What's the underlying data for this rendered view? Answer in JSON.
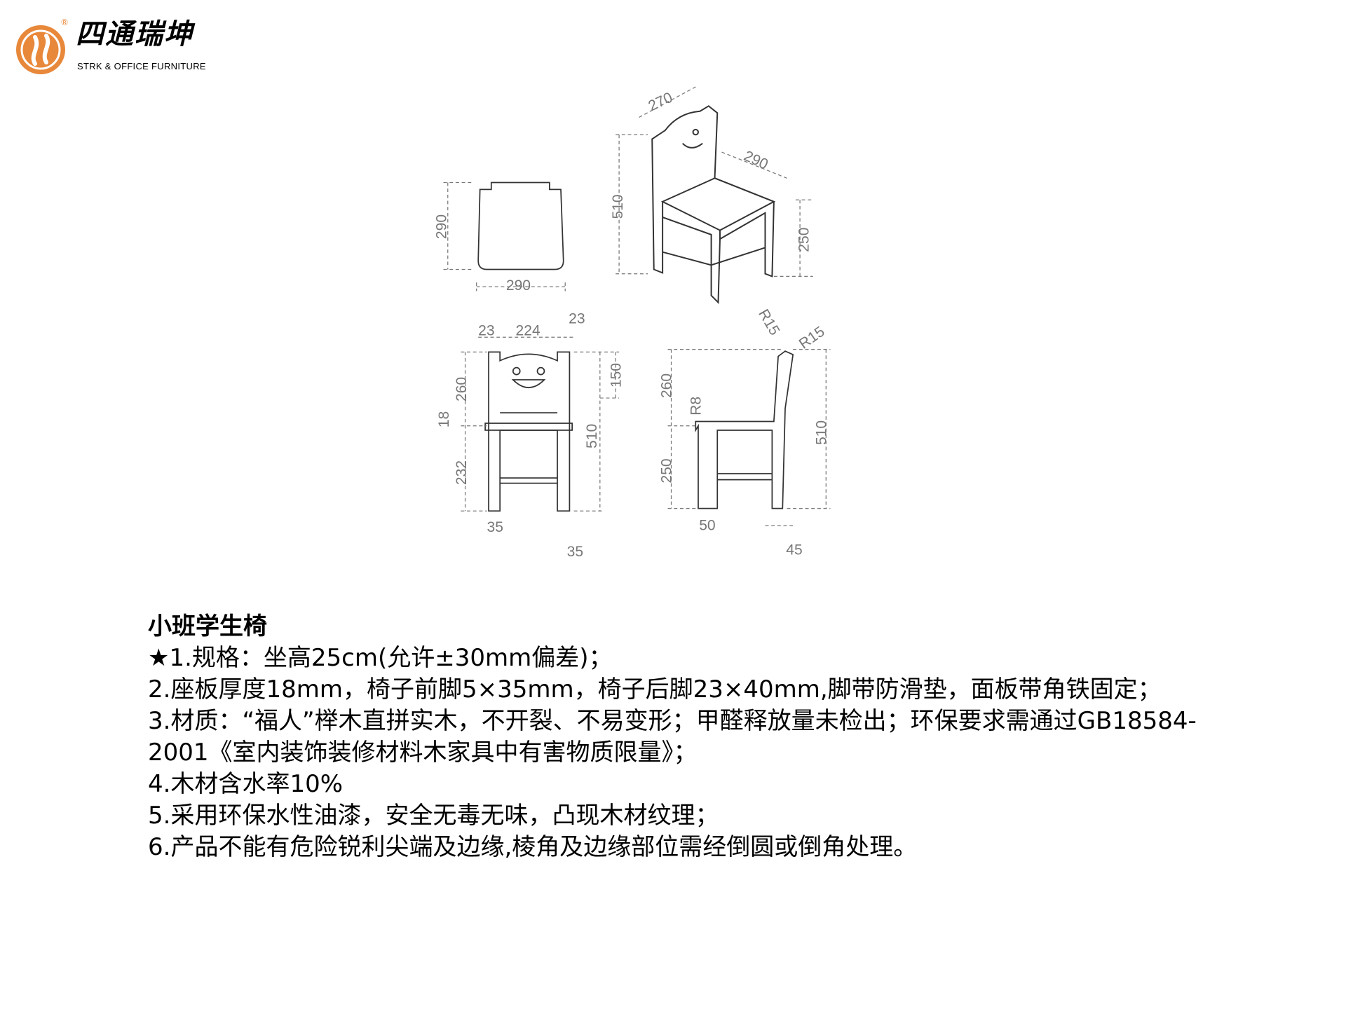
{
  "logo": {
    "brand": "四通瑞坤",
    "subtitle": "STRK & OFFICE FURNITURE",
    "registered": "®",
    "color": "#e8883a"
  },
  "drawing": {
    "iso": {
      "width": "270",
      "depth": "290",
      "height": "510",
      "seat_height": "250"
    },
    "top": {
      "depth": "290",
      "width": "290"
    },
    "front": {
      "left": "23",
      "mid": "224",
      "right": "23",
      "top": "150",
      "back": "260",
      "thick": "18",
      "lower": "232",
      "total": "510",
      "leg_left": "35",
      "leg_right": "35"
    },
    "side": {
      "r1": "R15",
      "r2": "R15",
      "upper": "260",
      "r8": "R8",
      "lower": "250",
      "total": "510",
      "leg": "50",
      "back_leg": "45"
    }
  },
  "spec": {
    "title": "小班学生椅",
    "lines": [
      "★1.规格：坐高25cm(允许±30mm偏差)；",
      "2.座板厚度18mm，椅子前脚5×35mm，椅子后脚23×40mm,脚带防滑垫，面板带角铁固定；",
      "3.材质：“福人”榉木直拼实木，不开裂、不易变形；甲醛释放量未检出；环保要求需通过GB18584-2001《室内装饰装修材料木家具中有害物质限量》；",
      "4.木材含水率10%",
      "5.采用环保水性油漆，安全无毒无味，凸现木材纹理；",
      "6.产品不能有危险锐利尖端及边缘,棱角及边缘部位需经倒圆或倒角处理。"
    ]
  }
}
